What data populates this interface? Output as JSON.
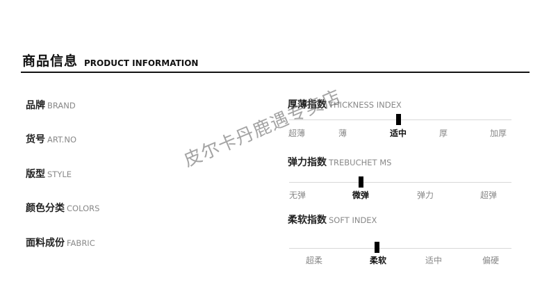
{
  "header": {
    "title_cn": "商品信息",
    "title_en": "PRODUCT INFORMATION"
  },
  "attributes": [
    {
      "cn": "品牌",
      "en": "BRAND"
    },
    {
      "cn": "货号",
      "en": "ART.NO"
    },
    {
      "cn": "版型",
      "en": "STYLE"
    },
    {
      "cn": "颜色分类",
      "en": "COLORS"
    },
    {
      "cn": "面料成份",
      "en": "FABRIC"
    }
  ],
  "indices": [
    {
      "cn": "厚薄指数",
      "en": "THICKNESS INDEX",
      "options": [
        "超薄",
        "薄",
        "适中",
        "厚",
        "加厚"
      ],
      "selected_index": 2
    },
    {
      "cn": "弹力指数",
      "en": "TREBUCHET MS",
      "options": [
        "无弹",
        "微弹",
        "弹力",
        "超弹"
      ],
      "selected_index": 1
    },
    {
      "cn": "柔软指数",
      "en": "SOFT INDEX",
      "options": [
        "超柔",
        "柔软",
        "适中",
        "偏硬"
      ],
      "selected_index": 1
    }
  ],
  "watermark": "皮尔卡丹鹿遇专卖店"
}
